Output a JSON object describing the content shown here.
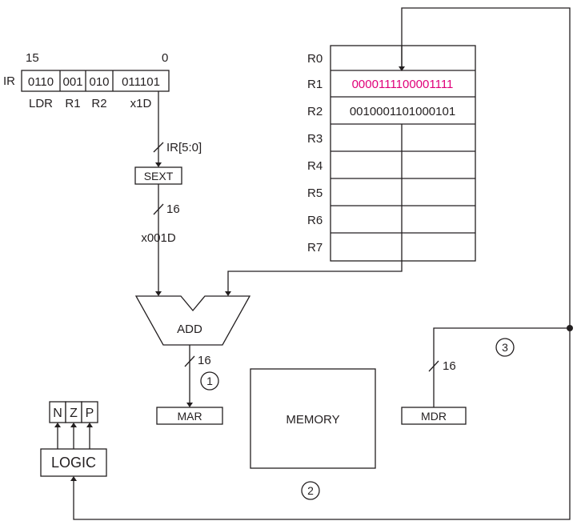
{
  "ir": {
    "label": "IR",
    "bit_high": "15",
    "bit_low": "0",
    "fields": [
      "0110",
      "001",
      "010",
      "011101"
    ],
    "field_names": [
      "LDR",
      "R1",
      "R2",
      "x1D"
    ]
  },
  "ir_slice_label": "IR[5:0]",
  "sext_label": "SEXT",
  "bus_width_sext": "16",
  "sext_value": "x001D",
  "adder_label": "ADD",
  "bus_width_add": "16",
  "step_1": "1",
  "mar_label": "MAR",
  "memory_label": "MEMORY",
  "step_2": "2",
  "mdr_label": "MDR",
  "bus_width_mdr": "16",
  "step_3": "3",
  "logic_label": "LOGIC",
  "cc": [
    "N",
    "Z",
    "P"
  ],
  "registers": [
    {
      "name": "R0",
      "value": ""
    },
    {
      "name": "R1",
      "value": "0000111100001111"
    },
    {
      "name": "R2",
      "value": "0010001101000101"
    },
    {
      "name": "R3",
      "value": ""
    },
    {
      "name": "R4",
      "value": ""
    },
    {
      "name": "R5",
      "value": ""
    },
    {
      "name": "R6",
      "value": ""
    },
    {
      "name": "R7",
      "value": ""
    }
  ],
  "colors": {
    "highlight": "#e0007a",
    "ink": "#231f20"
  }
}
